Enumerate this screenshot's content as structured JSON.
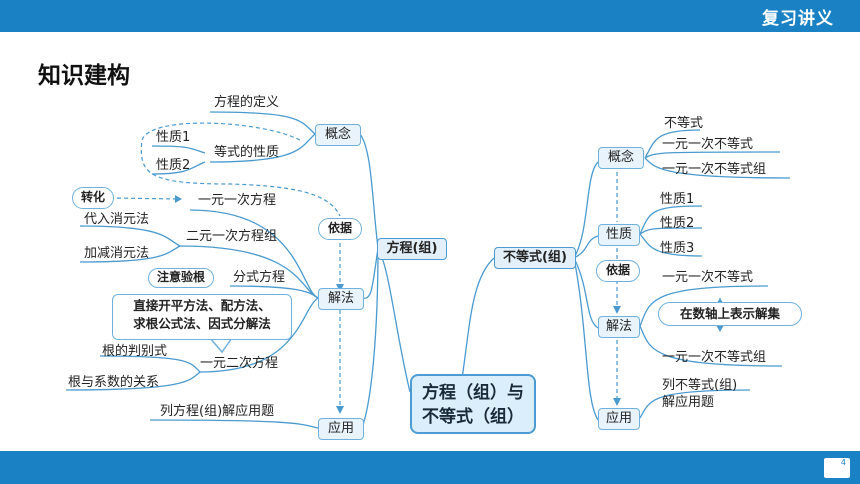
{
  "header": {
    "section_title": "复习讲义"
  },
  "page": {
    "title": "知识建构",
    "page_number": "4"
  },
  "diagram": {
    "center": {
      "line1": "方程（组）与",
      "line2": "不等式（组）"
    },
    "left_branch": {
      "label": "方程(组)",
      "concept": {
        "label": "概念",
        "items": [
          "方程的定义",
          "等式的性质"
        ],
        "properties": [
          "性质1",
          "性质2"
        ]
      },
      "basis": "依据",
      "method": {
        "label": "解法",
        "linear_one": "一元一次方程",
        "linear_two": "二元一次方程组",
        "elimination": [
          "代入消元法",
          "加减消元法"
        ],
        "transform": "转化",
        "fractional": "分式方程",
        "check_note": "注意验根",
        "quadratic": "一元二次方程",
        "quadratic_methods": [
          "直接开平方法、配方法、",
          "求根公式法、因式分解法"
        ],
        "discriminant": "根的判别式",
        "vieta": "根与系数的关系"
      },
      "application": {
        "label": "应用",
        "item": "列方程(组)解应用题"
      }
    },
    "right_branch": {
      "label": "不等式(组)",
      "concept": {
        "label": "概念",
        "items": [
          "不等式",
          "一元一次不等式",
          "一元一次不等式组"
        ]
      },
      "property": {
        "label": "性质",
        "items": [
          "性质1",
          "性质2",
          "性质3"
        ]
      },
      "basis": "依据",
      "method": {
        "label": "解法",
        "inequality": "一元一次不等式",
        "number_line": "在数轴上表示解集",
        "system": "一元一次不等式组"
      },
      "application": {
        "label": "应用",
        "items": [
          "列不等式(组)",
          "解应用题"
        ]
      }
    }
  },
  "colors": {
    "bar": "#1a82c4",
    "line": "#4a9ad0",
    "box_fill": "#e8f3fb"
  }
}
